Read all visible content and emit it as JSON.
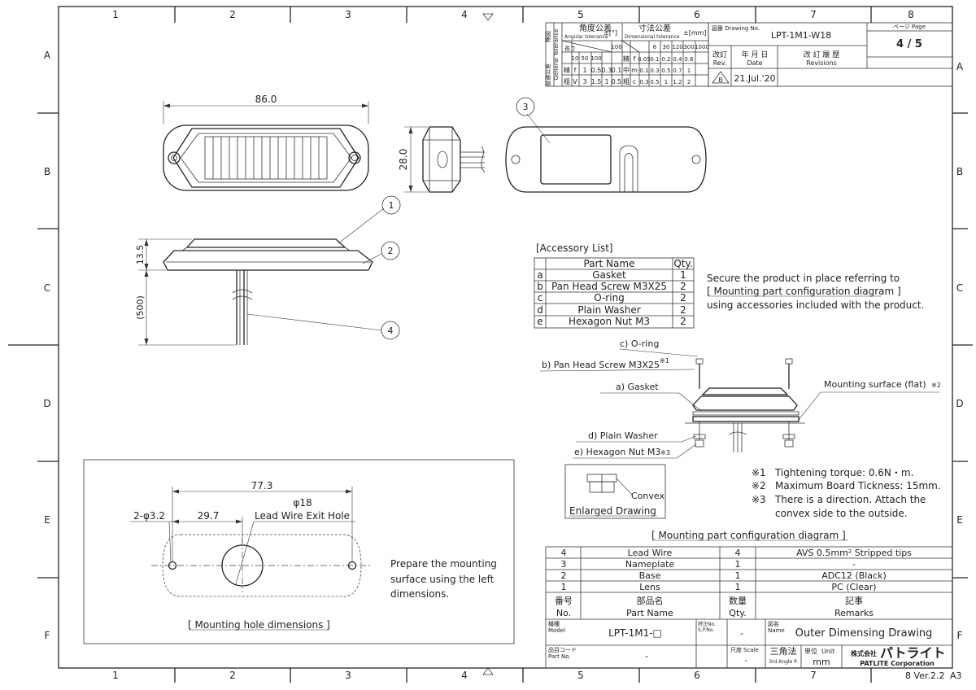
{
  "frame": {
    "cols": [
      "1",
      "2",
      "3",
      "4",
      "5",
      "6",
      "7",
      "8"
    ],
    "rows": [
      "A",
      "B",
      "C",
      "D",
      "E",
      "F"
    ],
    "footer_version": "8 Ver.2.2",
    "footer_size": "A3"
  },
  "tolerance": {
    "angular_jp": "角度公差",
    "angular_en": "Angular tolerance",
    "angular_pm": "±[°]",
    "dimensional_jp": "寸法公差",
    "dimensional_en": "Dimensional tolerance",
    "dimensional_pm": "±[mm]",
    "general_jp": "普通公差",
    "general_en": "General Tolerance",
    "inspection_jp": "検図",
    "ang_cols": [
      "10",
      "50",
      "100"
    ],
    "dim_cols": [
      "6",
      "30",
      "120",
      "300",
      "1000"
    ],
    "length_label": "長さ",
    "grade_labels": [
      "精",
      "中",
      "粗"
    ],
    "grade_codes": [
      "f",
      "m",
      "c"
    ],
    "ang_rows": [
      [
        "1",
        "0.5",
        "0.3",
        "0.1"
      ],
      [
        "",
        "",
        "",
        ""
      ],
      [
        "3",
        "1.5",
        "1",
        "0.5"
      ]
    ],
    "dim_rows": [
      [
        "0.05",
        "0.1",
        "0.2",
        "0.4",
        "0.6"
      ],
      [
        "0.1",
        "0.3",
        "0.5",
        "0.7",
        "1"
      ],
      [
        "0.3",
        "0.5",
        "1",
        "1.2",
        "2"
      ]
    ],
    "v_label": "V",
    "f_label": "f"
  },
  "title_block": {
    "drawing_no_label": "図番 Drawing No.",
    "drawing_no": "LPT-1M1-W18",
    "page_label": "ページ Page",
    "page": "4 / 5",
    "rev_label_jp": "改訂",
    "rev_label_en": "Rev.",
    "date_label_jp": "年 月 日",
    "date_label_en": "Date",
    "revisions_jp": "改 訂 履 歴",
    "revisions_en": "Revisions",
    "rev_mark": "B",
    "rev_date": "21.Jul.'20"
  },
  "views": {
    "width_dim": "86.0",
    "height_dim": "28.0",
    "side_height_dim": "13.5",
    "lead_length_dim": "(500)",
    "balloons": [
      "1",
      "2",
      "3",
      "4"
    ]
  },
  "accessory": {
    "title": "[Accessory List]",
    "header_part": "Part Name",
    "header_qty": "Qty.",
    "rows": [
      {
        "key": "a",
        "name": "Gasket",
        "qty": "1"
      },
      {
        "key": "b",
        "name": "Pan Head Screw M3X25",
        "qty": "2"
      },
      {
        "key": "c",
        "name": "O-ring",
        "qty": "2"
      },
      {
        "key": "d",
        "name": "Plain Washer",
        "qty": "2"
      },
      {
        "key": "e",
        "name": "Hexagon Nut M3",
        "qty": "2"
      }
    ],
    "note_line1": "Secure the product in place referring to",
    "note_line2": "[ Mounting part configuration diagram ]",
    "note_line3": "using accessories included with the product."
  },
  "mounting": {
    "label_c": "c) O-ring",
    "label_b": "b) Pan Head Screw M3X25",
    "label_b_note": "※1",
    "label_a": "a) Gasket",
    "label_surface": "Mounting surface (flat)",
    "label_surface_note": "※2",
    "label_d": "d) Plain Washer",
    "label_e": "e) Hexagon Nut M3",
    "label_e_note": "※3",
    "enlarged_label": "Enlarged Drawing",
    "convex_label": "Convex",
    "notes": [
      {
        "mark": "※1",
        "text": "Tightening torque: 0.6N・m."
      },
      {
        "mark": "※2",
        "text": "Maximum Board Tickness: 15mm."
      },
      {
        "mark": "※3",
        "text": "There is a direction. Attach the"
      },
      {
        "mark": "",
        "text": "convex side to the outside."
      }
    ],
    "caption": "[ Mounting part configuration diagram ]"
  },
  "hole": {
    "dim_total": "77.3",
    "dim_dia": "φ18",
    "dim_side": "29.7",
    "dim_holes": "2-φ3.2",
    "lead_exit": "Lead Wire Exit Hole",
    "prepare1": "Prepare the mounting",
    "prepare2": "surface using the left",
    "prepare3": "dimensions.",
    "caption": "[ Mounting hole dimensions ]"
  },
  "parts": {
    "rows": [
      {
        "no": "4",
        "name": "Lead Wire",
        "qty": "4",
        "remarks": "AVS 0.5mm²  Stripped tips"
      },
      {
        "no": "3",
        "name": "Nameplate",
        "qty": "1",
        "remarks": "-"
      },
      {
        "no": "2",
        "name": "Base",
        "qty": "1",
        "remarks": "ADC12 (Black)"
      },
      {
        "no": "1",
        "name": "Lens",
        "qty": "1",
        "remarks": "PC (Clear)"
      }
    ],
    "h_no_jp": "番号",
    "h_no_en": "No.",
    "h_name_jp": "部品名",
    "h_name_en": "Part Name",
    "h_qty_jp": "数量",
    "h_qty_en": "Qty.",
    "h_rem_jp": "記事",
    "h_rem_en": "Remarks"
  },
  "bottom": {
    "model_jp": "機種",
    "model_en": "Model",
    "model": "LPT-1M1-□",
    "spno_jp": "特注No.",
    "spno_en": "S.P.No.",
    "spno": "-",
    "name_jp": "図名",
    "name_en": "Name",
    "name": "Outer Dimensing Drawing",
    "partno_jp": "品目コード",
    "partno_en": "Part No.",
    "partno": "-",
    "scale_jp": "尺度",
    "scale_en": "Scale",
    "scale": "-",
    "angle_jp": "三角法",
    "angle_en": "3rd Angle P.",
    "unit_jp": "単位",
    "unit_en": "Unit",
    "unit": "mm",
    "company_jp_small": "株式会社",
    "company_jp": "パトライト",
    "company_en": "PATLITE Corporation"
  }
}
